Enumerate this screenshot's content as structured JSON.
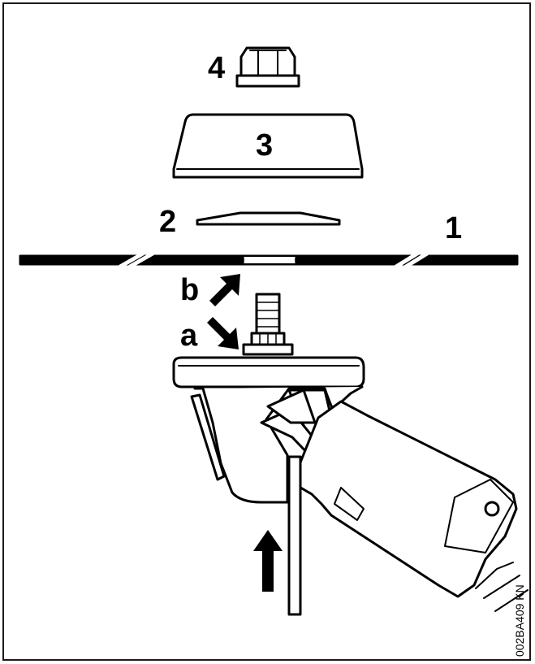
{
  "labels": {
    "part1": "1",
    "part2": "2",
    "part3": "3",
    "part4": "4",
    "point_a": "a",
    "point_b": "b"
  },
  "figure_code": "002BA409 KN",
  "colors": {
    "line": "#000000",
    "fill": "#ffffff",
    "frame": "#1a1a1a"
  }
}
